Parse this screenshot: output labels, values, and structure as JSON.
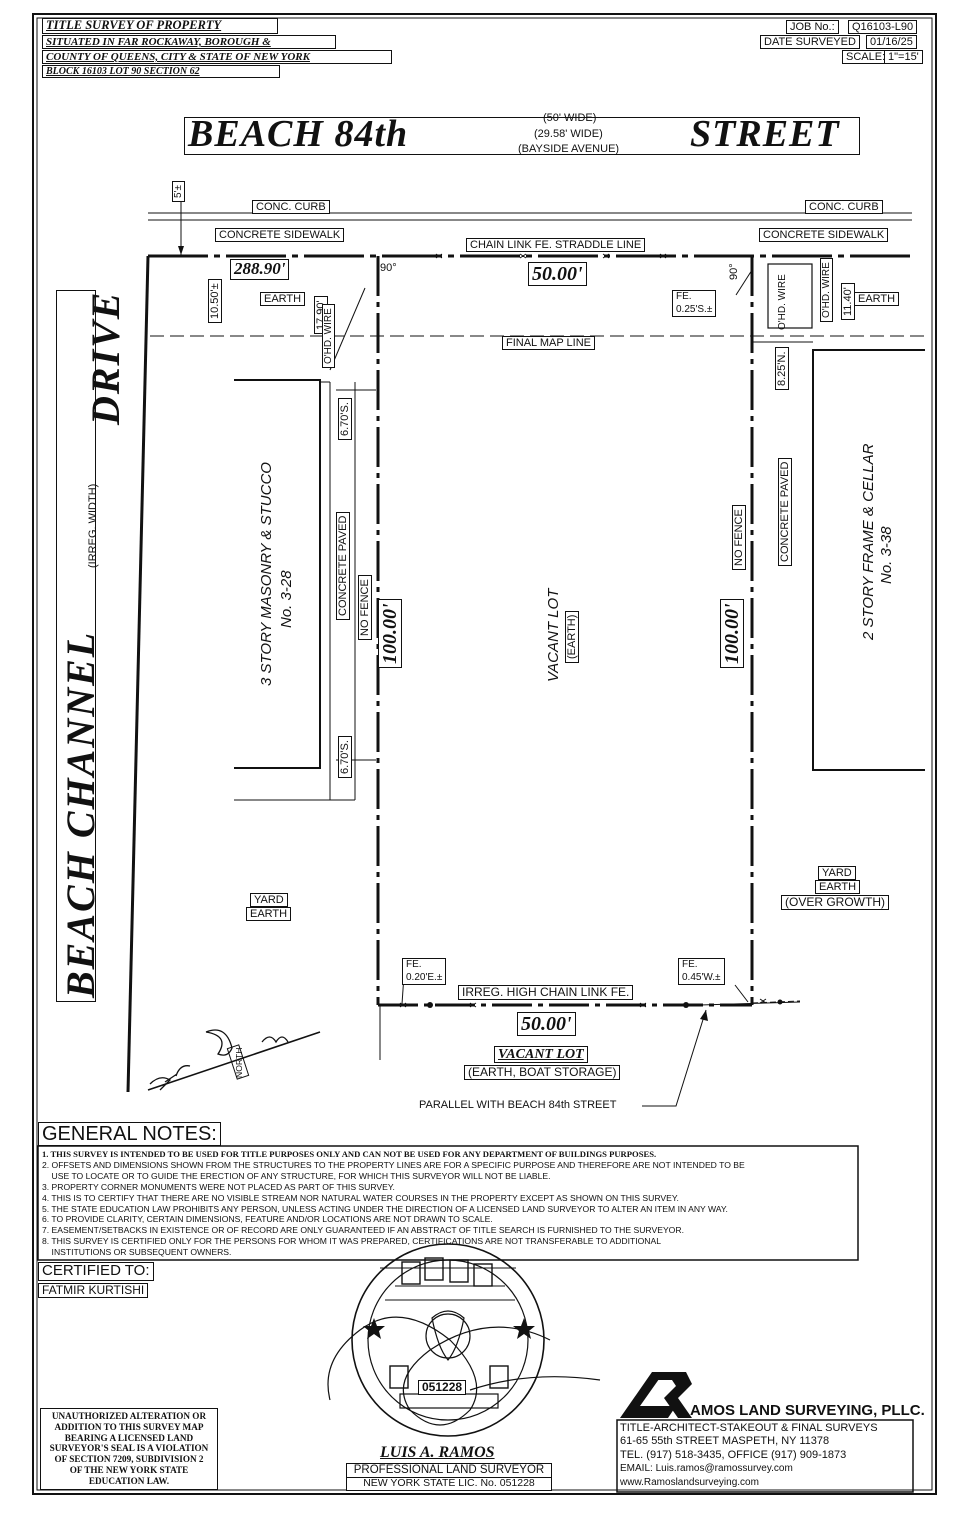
{
  "title_block": {
    "title": "TITLE SURVEY OF PROPERTY",
    "location_1": "SITUATED IN FAR ROCKAWAY, BOROUGH &",
    "location_2": "COUNTY OF QUEENS, CITY & STATE OF NEW YORK",
    "block_lot": "BLOCK 16103 LOT 90 SECTION 62"
  },
  "job_info": {
    "job_label": "JOB No.:",
    "job_value": "Q16103-L90",
    "date_label": "DATE SURVEYED",
    "date_value": "01/16/25",
    "scale_label": "SCALE:",
    "scale_value": "1\"=15'"
  },
  "street_top": {
    "name_left": "BEACH 84th",
    "name_right": "STREET",
    "width_1": "(50' WIDE)",
    "width_2": "(29.58' WIDE)",
    "former_name": "(BAYSIDE AVENUE)"
  },
  "street_left": {
    "name_top": "DRIVE",
    "name_bottom": "BEACH CHANNEL",
    "width": "(IRREG. WIDTH)"
  },
  "labels": {
    "five_ft": "5'±",
    "conc_curb_left": "CONC. CURB",
    "conc_curb_right": "CONC. CURB",
    "sidewalk_left": "CONCRETE SIDEWALK",
    "sidewalk_right": "CONCRETE SIDEWALK",
    "chain_link_top": "CHAIN LINK FE. STRADDLE LINE",
    "dist_288": "288.90'",
    "width_top": "50.00'",
    "width_bottom": "50.00'",
    "depth_left": "100.00'",
    "depth_right": "100.00'",
    "angle_left": "90°",
    "angle_right": "90°",
    "dim_10_50": "10.50'±",
    "dim_17_90": "17.90'",
    "earth_left": "EARTH",
    "earth_right": "EARTH",
    "ohd_wire_left": "O'HD. WIRE",
    "ohd_wire_right_1": "O'HD. WIRE",
    "ohd_wire_right_2": "O'HD. WIRE",
    "dim_11_40": "11.40'",
    "fe_top_right": "FE.",
    "fe_top_right_val": "0.25'S.±",
    "final_map_line": "FINAL MAP LINE",
    "dim_8_25": "8.25'N.",
    "dim_6_70_top": "6.70'S.",
    "dim_6_70_bottom": "6.70'S.",
    "conc_paved_left": "CONCRETE PAVED",
    "conc_paved_right": "CONCRETE PAVED",
    "no_fence_left": "NO FENCE",
    "no_fence_right": "NO FENCE",
    "bldg_left_1": "3 STORY MASONRY & STUCCO",
    "bldg_left_2": "No. 3-28",
    "bldg_right_1": "2 STORY FRAME & CELLAR",
    "bldg_right_2": "No. 3-38",
    "vacant_lot": "VACANT LOT",
    "vacant_earth": "(EARTH)",
    "yard_left": "YARD",
    "yard_left_earth": "EARTH",
    "yard_right": "YARD",
    "yard_right_earth": "EARTH",
    "over_growth": "(OVER GROWTH)",
    "fe_bl": "FE.",
    "fe_bl_val": "0.20'E.±",
    "fe_br": "FE.",
    "fe_br_val": "0.45'W.±",
    "irreg_fence": "IRREG. HIGH CHAIN LINK FE.",
    "vacant_lot_south": "VACANT LOT",
    "vacant_lot_south_sub": "(EARTH, BOAT STORAGE)",
    "parallel": "PARALLEL WITH BEACH 84th STREET",
    "north": "NORTH"
  },
  "notes": {
    "heading": "GENERAL NOTES:",
    "items": [
      "1. THIS SURVEY IS INTENDED TO BE USED FOR TITLE PURPOSES ONLY AND CAN NOT BE USED FOR ANY DEPARTMENT OF BUILDINGS PURPOSES.",
      "2. OFFSETS AND DIMENSIONS SHOWN FROM THE STRUCTURES TO THE PROPERTY LINES ARE FOR A SPECIFIC PURPOSE AND THEREFORE ARE NOT INTENDED TO BE",
      "    USE TO LOCATE OR TO GUIDE THE ERECTION OF ANY STRUCTURE, FOR WHICH THIS SURVEYOR WILL NOT BE LIABLE.",
      "3. PROPERTY CORNER MONUMENTS WERE NOT PLACED AS PART OF THIS SURVEY.",
      "4. THIS IS TO CERTIFY THAT THERE ARE NO VISIBLE STREAM NOR NATURAL WATER COURSES IN THE PROPERTY EXCEPT AS SHOWN ON THIS SURVEY.",
      "5. THE STATE EDUCATION LAW PROHIBITS ANY PERSON, UNLESS ACTING UNDER THE DIRECTION OF A LICENSED LAND SURVEYOR TO ALTER AN ITEM IN ANY WAY.",
      "6. TO PROVIDE CLARITY, CERTAIN DIMENSIONS, FEATURE AND/OR LOCATIONS ARE NOT DRAWN TO SCALE.",
      "7. EASEMENT/SETBACKS IN EXISTENCE OR OF RECORD ARE ONLY GUARANTEED IF AN ABSTRACT OF TITLE SEARCH IS FURNISHED TO THE SURVEYOR.",
      "8. THIS SURVEY IS CERTIFIED ONLY FOR THE PERSONS FOR WHOM IT WAS PREPARED, CERTIFICATIONS ARE NOT TRANSFERABLE TO ADDITIONAL",
      "    INSTITUTIONS OR SUBSEQUENT OWNERS."
    ]
  },
  "certified": {
    "heading": "CERTIFIED TO:",
    "name": "FATMIR KURTISHI"
  },
  "seal": {
    "license_no": "051228"
  },
  "warning": {
    "lines": [
      "UNAUTHORIZED ALTERATION OR",
      "ADDITION TO THIS SURVEY MAP",
      "BEARING A LICENSED LAND",
      "SURVEYOR'S SEAL IS A VIOLATION",
      "OF SECTION 7209, SUBDIVISION 2",
      "OF THE NEW YORK STATE",
      "EDUCATION LAW."
    ]
  },
  "surveyor": {
    "name": "LUIS A. RAMOS",
    "title": "PROFESSIONAL LAND SURVEYOR",
    "license": "NEW YORK STATE LIC. No. 051228"
  },
  "company": {
    "name": "AMOS LAND SURVEYING, PLLC.",
    "services": "TITLE-ARCHITECT-STAKEOUT & FINAL SURVEYS",
    "address": "61-65 55th STREET MASPETH, NY 11378",
    "phone": "TEL. (917) 518-3435,  OFFICE (917) 909-1873",
    "email": "EMAIL: Luis.ramos@ramossurvey.com",
    "website": "www.Ramoslandsurveying.com"
  }
}
